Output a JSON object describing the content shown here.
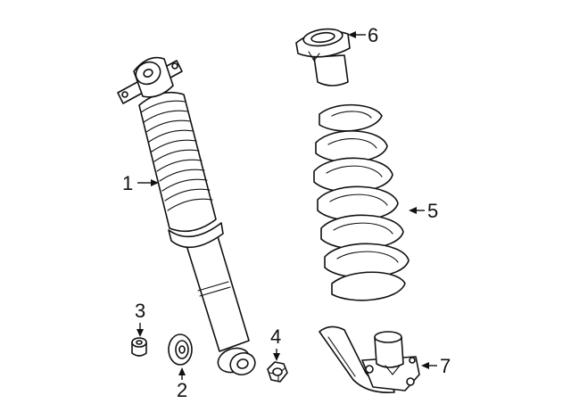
{
  "callouts": [
    {
      "id": "1"
    },
    {
      "id": "2"
    },
    {
      "id": "3"
    },
    {
      "id": "4"
    },
    {
      "id": "5"
    },
    {
      "id": "6"
    },
    {
      "id": "7"
    }
  ]
}
